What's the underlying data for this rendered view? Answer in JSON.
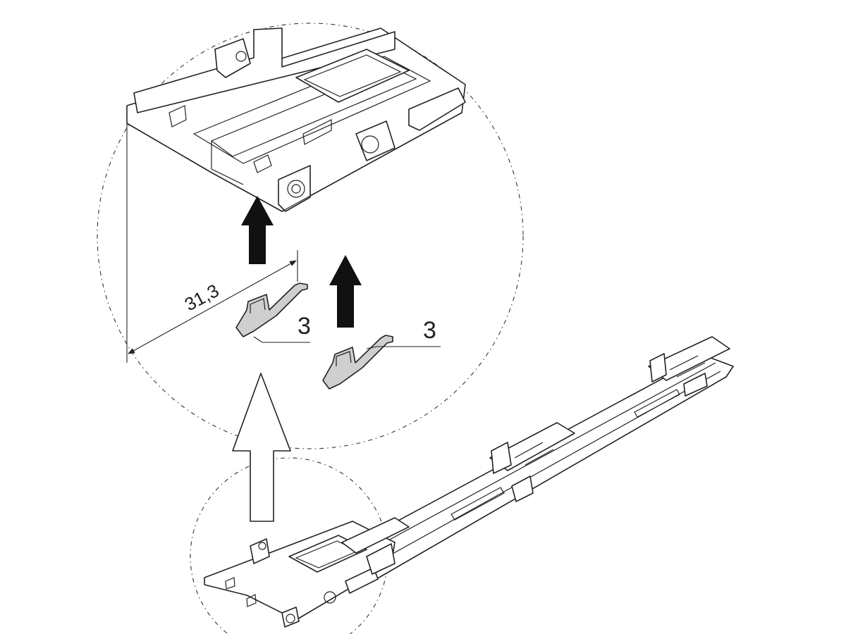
{
  "dimension": {
    "value": "31,3"
  },
  "callouts": [
    {
      "label": "3"
    },
    {
      "label": "3"
    }
  ],
  "colors": {
    "line": "#222222",
    "arrow_fill": "#111111",
    "outline_arrow_fill": "#ffffff",
    "clip_fill": "#cfcfcf"
  }
}
